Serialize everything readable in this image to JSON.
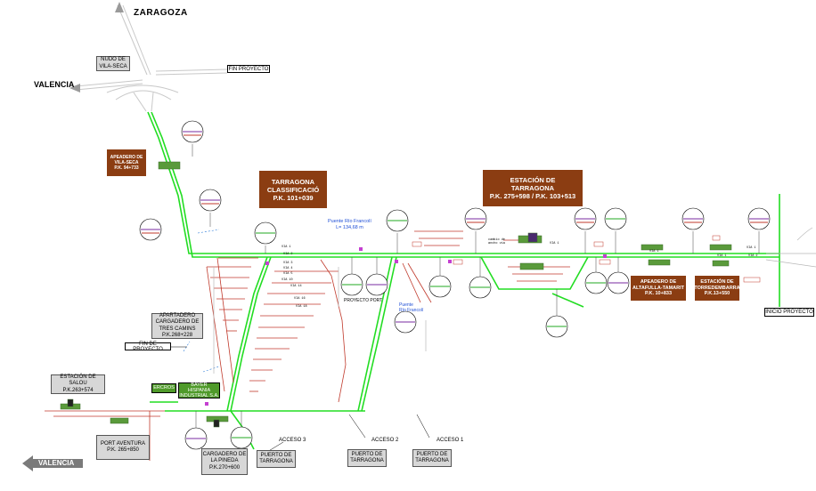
{
  "directions": {
    "zaragoza": "ZARAGOZA",
    "valencia_top": "VALENCIA",
    "valencia_bottom": "VALENCIA"
  },
  "boxes": {
    "nudo": [
      "NUDO DE",
      "VILA-SECA"
    ],
    "fin_proyecto_top": "FIN PROYECTO",
    "fin_proyecto_left": "FIN DE PROYECTO",
    "inicio_proyecto": "INICIO PROYECTO",
    "apeadero_vilaseca": [
      "APEADERO DE",
      "VILA-SECA",
      "P.K. 94+733"
    ],
    "tarragona_classificacio": [
      "TARRAGONA",
      "CLASSIFICACIÓ",
      "P.K. 101+039"
    ],
    "estacion_tarragona": [
      "ESTACIÓN DE",
      "TARRAGONA",
      "P.K. 275+598 / P.K. 103+513"
    ],
    "apeadero_altafulla": [
      "APEADERO DE",
      "ALTAFULLA-TAMARIT",
      "P.K. 10+833"
    ],
    "estacion_torredembarra": [
      "ESTACIÓN DE",
      "TORREDEMBARRA",
      "P.K.13+550"
    ],
    "apartadero": [
      "APARTADERO",
      "CARGADERO DE",
      "TRES CAMINS",
      "P.K.268+228"
    ],
    "estacion_salou": [
      "ESTACIÓN DE SALOU",
      "P.K.263+574"
    ],
    "port_aventura": [
      "PORT AVENTURA",
      "P.K.     265+850"
    ],
    "cargadero_pineda": [
      "CARGADERO DE",
      "LA PINEDA",
      "P.K.270+600"
    ],
    "ercros": "ERCROS",
    "bayer": [
      "BAYER HISPANIA",
      "INDUSTRIAL S.A."
    ],
    "puerto_1": [
      "PUERTO DE",
      "TARRAGONA"
    ],
    "puerto_2": [
      "PUERTO DE",
      "TARRAGONA"
    ],
    "puerto_3": [
      "PUERTO DE",
      "TARRAGONA"
    ]
  },
  "labels": {
    "acceso1": "ACCESO 1",
    "acceso2": "ACCESO 2",
    "acceso3": "ACCESO 3",
    "puente_francoli_top": "Puente Río Francolí",
    "puente_length": "L= 134,68 m",
    "puente_francoli_mid": [
      "Puente",
      "Río Francolí"
    ],
    "proyecto_port": "PROYECTO PORT"
  },
  "colors": {
    "track_green": "#22dd22",
    "brown_box": "#8b3d12",
    "red_track": "#c0392b",
    "blue_text": "#1f4fd6",
    "grey_box": "#d7d7d7"
  }
}
